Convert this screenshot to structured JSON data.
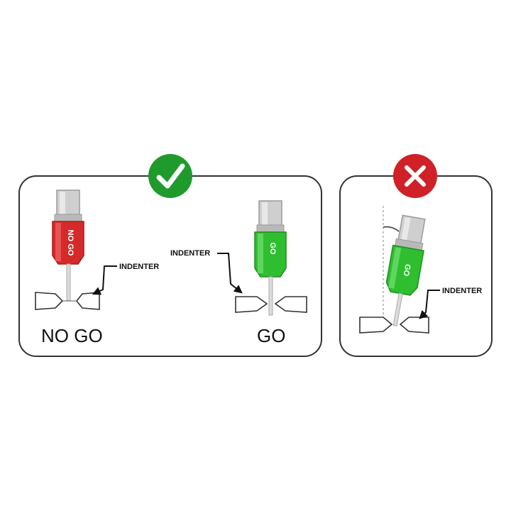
{
  "colors": {
    "ok": "#1e9b2c",
    "bad": "#cf2127",
    "nogo_body": "#d42a2a",
    "go_body": "#2fbe2f",
    "cap": "#c9c9c9",
    "panel_border": "#333333"
  },
  "icons": {
    "ok": "check-icon",
    "bad": "cross-icon"
  },
  "left_panel": {
    "nogo_gauge_text": "NO GO",
    "go_gauge_text": "GO",
    "indenter_label_left": "INDENTER",
    "indenter_label_right": "INDENTER",
    "caption_nogo": "NO GO",
    "caption_go": "GO"
  },
  "right_panel": {
    "gauge_text": "GO",
    "indenter_label": "INDENTER"
  }
}
